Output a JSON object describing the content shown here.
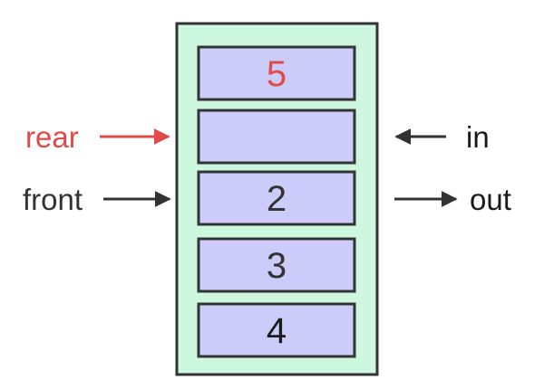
{
  "queue": {
    "slots": [
      {
        "value": "5",
        "highlighted": true
      },
      {
        "value": "",
        "highlighted": false
      },
      {
        "value": "2",
        "highlighted": false
      },
      {
        "value": "3",
        "highlighted": false
      },
      {
        "value": "4",
        "highlighted": false
      }
    ]
  },
  "pointers": {
    "rear": {
      "label": "rear",
      "slot_index": 1,
      "color": "#e04a47"
    },
    "front": {
      "label": "front",
      "slot_index": 2,
      "color": "#333333"
    }
  },
  "operations": {
    "in": {
      "label": "in",
      "slot_index": 1,
      "direction": "into-queue"
    },
    "out": {
      "label": "out",
      "slot_index": 2,
      "direction": "out-of-queue"
    }
  },
  "colors": {
    "container_fill": "#cdf7df",
    "slot_fill": "#ccccfa",
    "outline": "#333333",
    "text": "#333333",
    "highlight": "#e04a47"
  }
}
